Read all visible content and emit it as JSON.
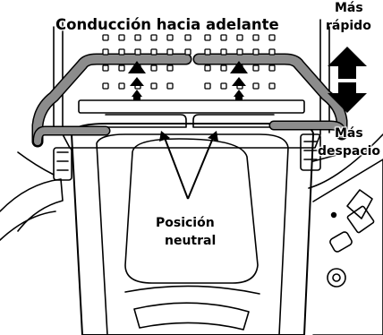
{
  "labels": {
    "forward": "Conducción hacia adelante",
    "faster_line1": "Más",
    "faster_line2": "rápido",
    "slower_line1": "Más",
    "slower_line2": "despacio",
    "neutral_line1": "Posición",
    "neutral_line2": "neutral"
  },
  "colors": {
    "handle": "#8c8c8c",
    "line": "#000000",
    "background": "#ffffff"
  },
  "icons": {
    "up": "arrow-up-icon",
    "down": "arrow-down-icon"
  }
}
